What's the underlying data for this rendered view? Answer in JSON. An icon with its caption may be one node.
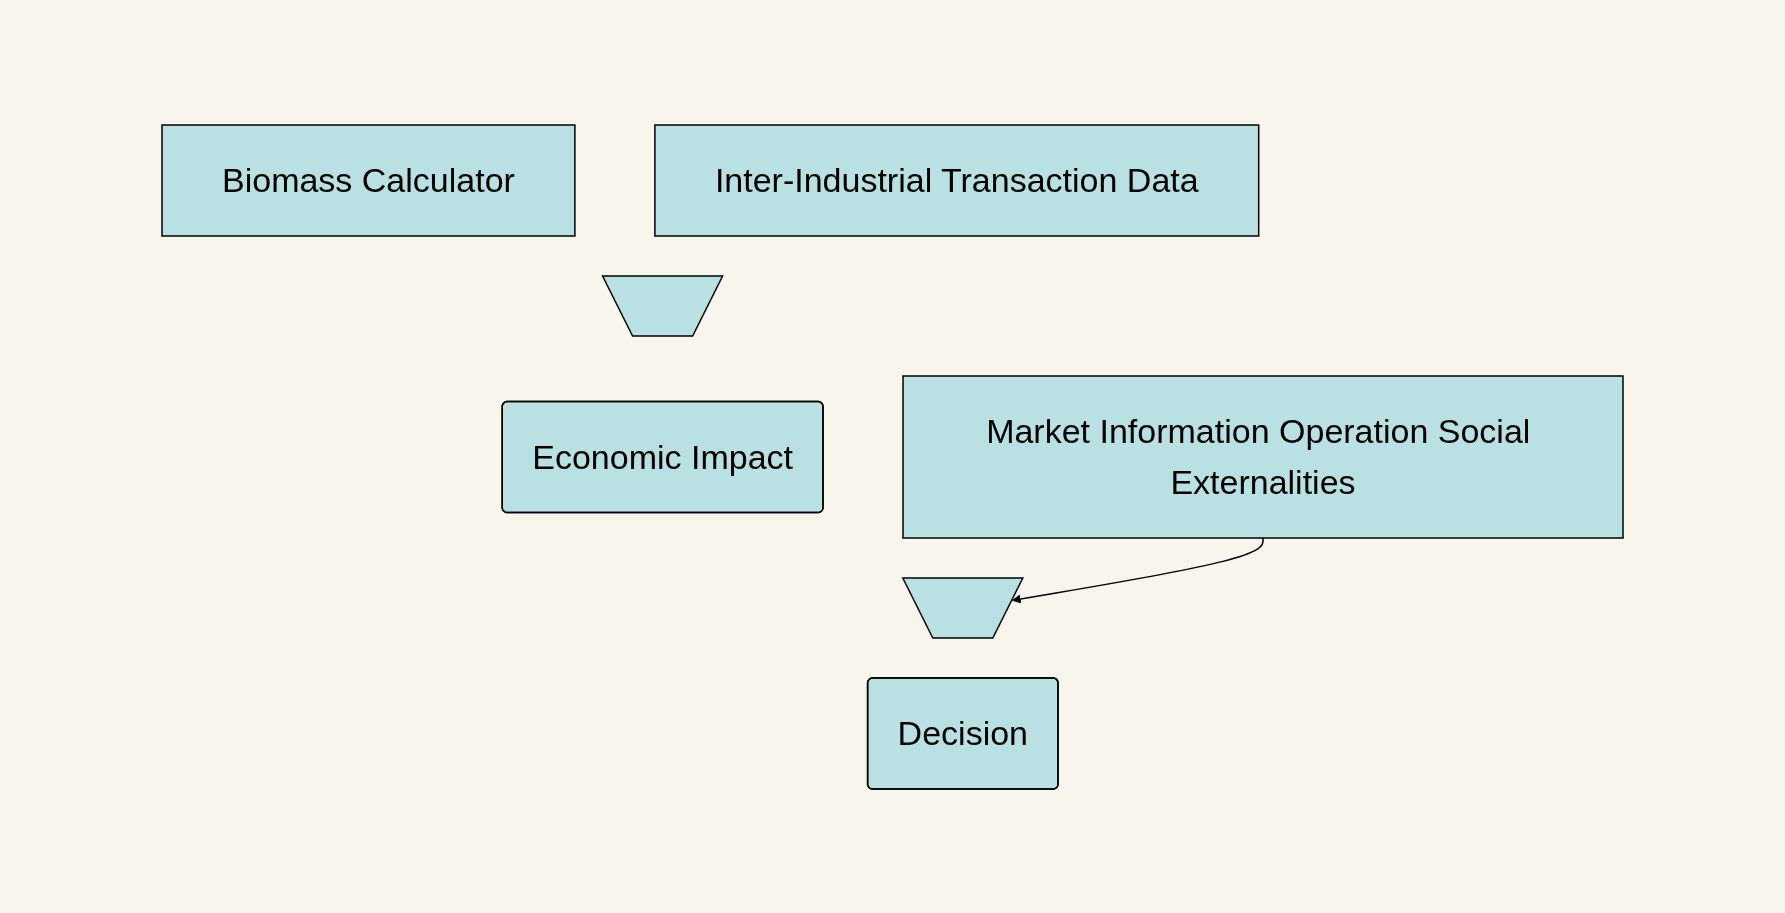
{
  "diagram": {
    "nodes": [
      {
        "text": [
          "Biomass Calculator"
        ]
      },
      {
        "text": [
          "Inter-Industrial Transaction Data"
        ]
      },
      {
        "text": [],
        "shape": "arrow"
      },
      {
        "text": [
          "Economic Impact"
        ]
      },
      {
        "text": [],
        "shape": "arrow"
      },
      {
        "text": [
          "Market Information Operation Social Externalities"
        ]
      },
      {
        "text": [
          "Decision"
        ]
      }
    ],
    "edges": [
      {
        "from": 5,
        "to": 4,
        "arrow": "to"
      }
    ]
  }
}
